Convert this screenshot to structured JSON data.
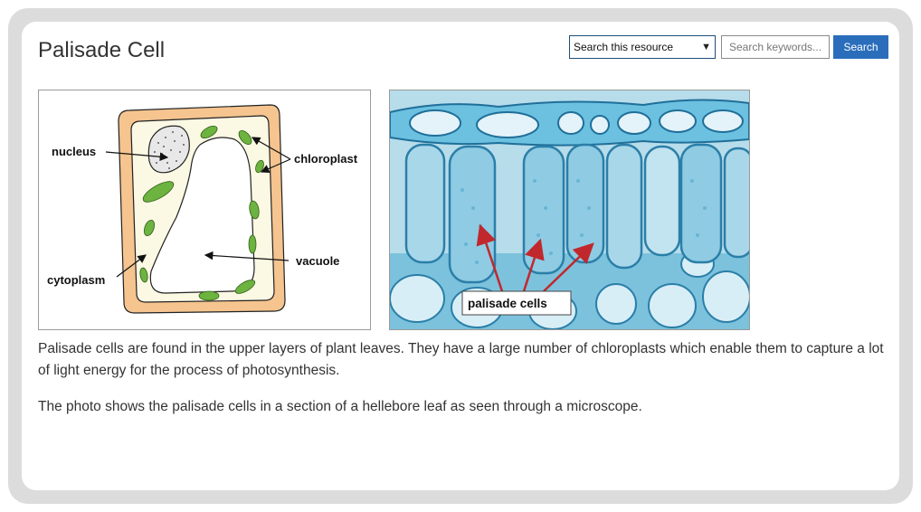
{
  "page": {
    "title": "Palisade Cell"
  },
  "search": {
    "scope_selected": "Search this resource",
    "placeholder": "Search keywords...",
    "button_label": "Search"
  },
  "diagram": {
    "labels": {
      "nucleus": "nucleus",
      "chloroplast": "chloroplast",
      "vacuole": "vacuole",
      "cytoplasm": "cytoplasm"
    }
  },
  "photo": {
    "label": "palisade cells"
  },
  "body": {
    "paragraph1": "Palisade cells are found in the upper layers of plant leaves. They have a large number of chloroplasts which enable them to capture a lot of light energy for the process of photosynthesis.",
    "paragraph2": "The photo shows the palisade cells in a section of a hellebore leaf as seen through a microscope."
  },
  "colors": {
    "search_button": "#2a6ebb",
    "cell_wall": "#f5c48f",
    "cytoplasm": "#fbf8e4",
    "chloroplast": "#6db33f",
    "arrow_red": "#c0282d",
    "micro_blue": "#5fb4d4"
  }
}
